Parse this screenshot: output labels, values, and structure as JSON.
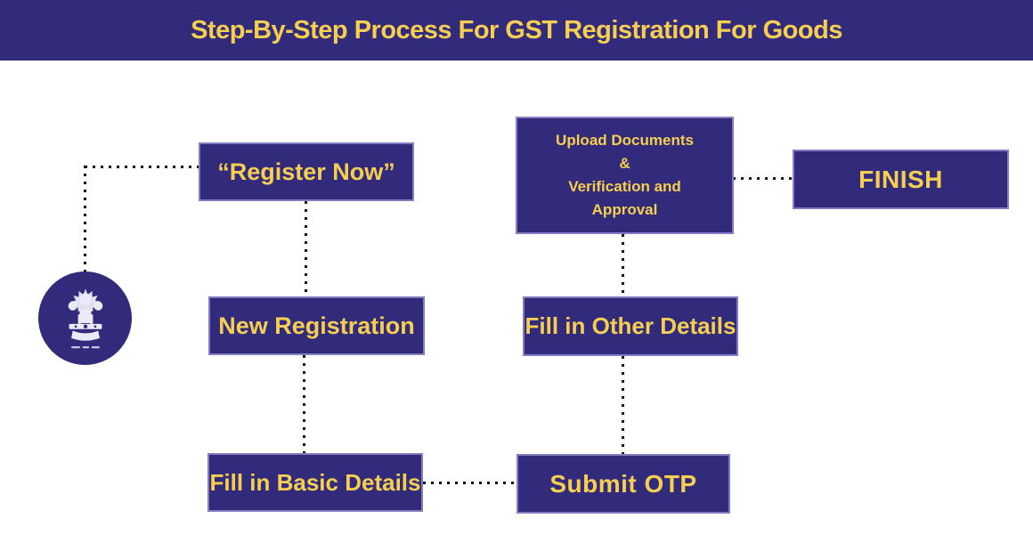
{
  "title": "Step-By-Step Process For GST Registration For Goods",
  "colors": {
    "navy": "#322b7c",
    "yellow": "#f6cf51",
    "dot": "#141414",
    "box_border": "#837dc2",
    "background": "#ffffff"
  },
  "steps": {
    "register_now": "“Register Now”",
    "upload_docs": "Upload Documents\n&\nVerification and\nApproval",
    "finish": "FINISH",
    "new_registration": "New Registration",
    "fill_other_details": "Fill in Other Details",
    "fill_basic_details": "Fill in Basic Details",
    "submit_otp": "Submit OTP"
  },
  "emblem": {
    "icon": "india-national-emblem"
  }
}
